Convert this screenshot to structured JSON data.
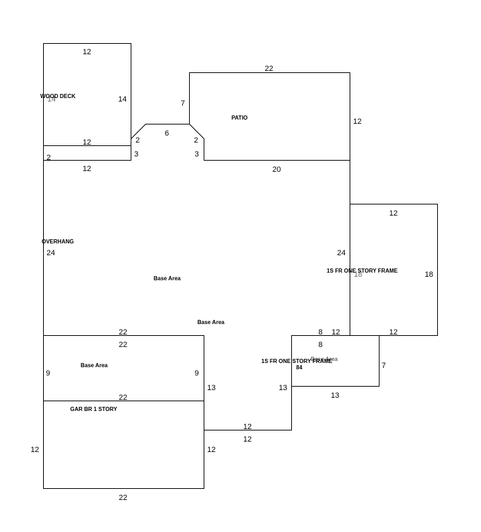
{
  "areas": {
    "wood_deck": "WOOD DECK",
    "patio": "PATIO",
    "overhang": "OVERHANG",
    "base_area_main": "Base Area",
    "base_area_center": "Base Area",
    "base_area_left": "Base Area",
    "frame_right": "1S FR  ONE STORY FRAME",
    "frame_bottom": "1S FR  ONE STORY FRAME",
    "frame_bottom_overlap": "Base Area",
    "frame_bottom_area": "84",
    "garage": "GAR BR 1 STORY"
  },
  "dimensions": {
    "deck_top": "12",
    "deck_left": "14",
    "deck_right": "14",
    "deck_bottom": "12",
    "overhang_left": "2",
    "notch_right": "3",
    "overhang_bottom": "12",
    "diag_left": "2",
    "step_top": "6",
    "diag_right": "2",
    "notch_left": "3",
    "patio_top": "22",
    "patio_left": "7",
    "patio_right": "12",
    "patio_bottom": "20",
    "frame_top": "12",
    "base_right": "24",
    "frame_inner_left": "18",
    "frame_right": "18",
    "frame_bottom_left": "12",
    "frame_bottom_right": "12",
    "base_left": "24",
    "base_bottom": "22",
    "left_block_top": "22",
    "left_block_left": "9",
    "left_block_right": "9",
    "left_block_bottom": "22",
    "step_right": "13",
    "bframe_top_outer": "8",
    "bframe_top": "8",
    "bframe_right": "7",
    "bframe_left": "13",
    "bframe_bottom": "13",
    "neck_top": "12",
    "neck_bottom": "12",
    "garage_left": "12",
    "garage_right": "12",
    "garage_bottom": "22"
  }
}
